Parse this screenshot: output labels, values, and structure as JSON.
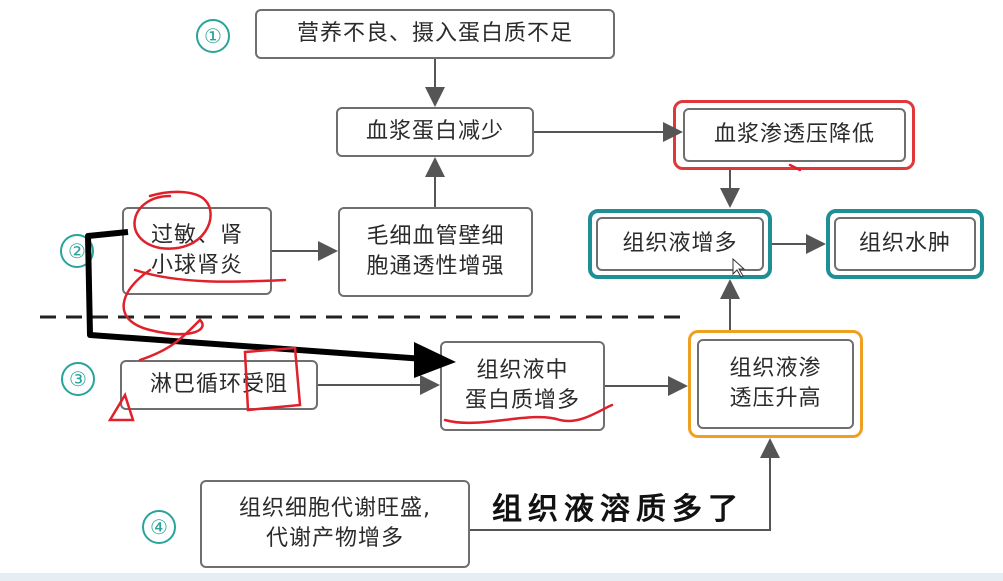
{
  "steps": [
    "①",
    "②",
    "③",
    "④"
  ],
  "boxes": {
    "cause1": "营养不良、摄入蛋白质不足",
    "plasma_protein_down": "血浆蛋白减少",
    "plasma_osmotic_down": "血浆渗透压降低",
    "cause2": "过敏、肾\n小球肾炎",
    "capillary": "毛细血管壁细\n胞通透性增强",
    "tissue_fluid_up": "组织液增多",
    "edema": "组织水肿",
    "cause3": "淋巴循环受阻",
    "tissue_protein_up": "组织液中\n蛋白质增多",
    "tissue_osmotic_up": "组织液渗\n透压升高",
    "cause4": "组织细胞代谢旺盛,\n代谢产物增多"
  },
  "handwritten_note": "组织液溶质多了",
  "colors": {
    "red": "#e0373a",
    "teal": "#1f8f96",
    "orange": "#f0a020",
    "circle_num": "#2aa39a",
    "arrow": "#555555"
  }
}
